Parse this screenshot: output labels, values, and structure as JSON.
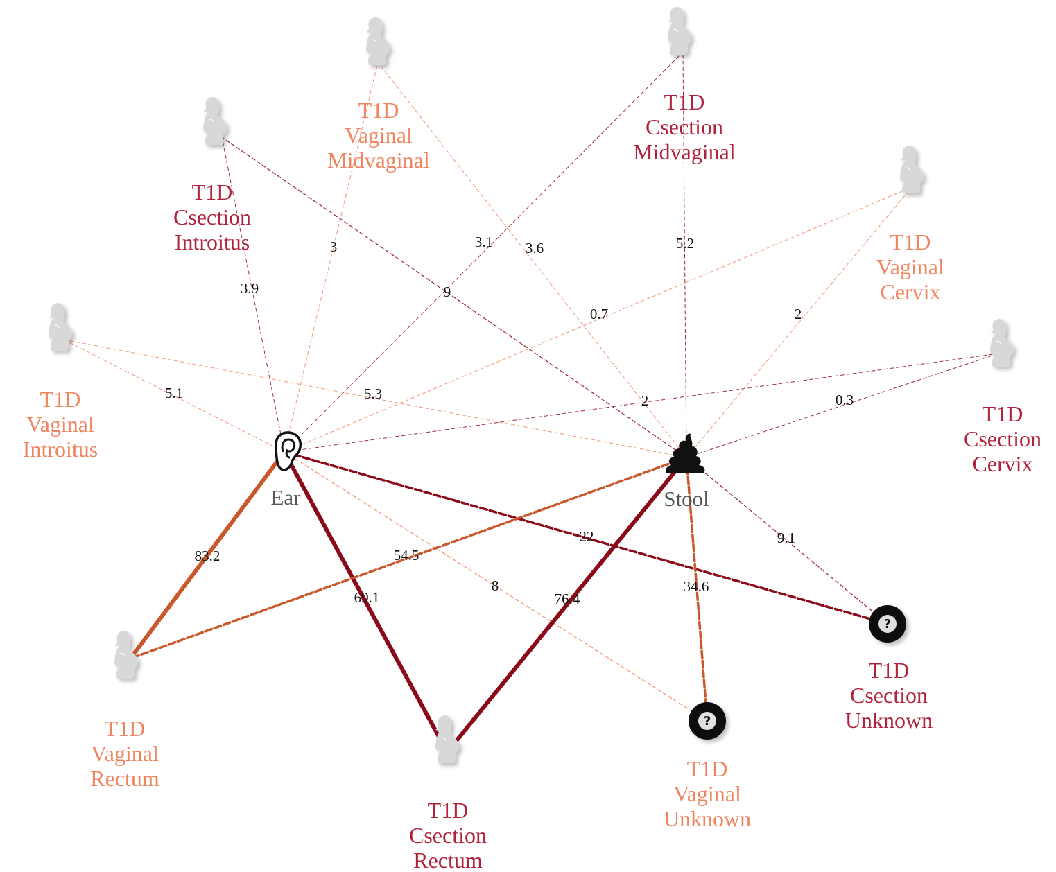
{
  "colors": {
    "vaginal": "#f0845f",
    "csection": "#b0233b",
    "vaginal_edge": "#c8582c",
    "csection_edge": "#8b0a1a",
    "silhouette": "#d8d8d8",
    "edge_label": "#111111",
    "hub_label": "#555555"
  },
  "hubs": [
    {
      "id": "ear",
      "label": "Ear",
      "icon": "ear-icon"
    },
    {
      "id": "stool",
      "label": "Stool",
      "icon": "stool-icon"
    }
  ],
  "nodes": [
    {
      "id": "cs_introitus",
      "lines": [
        "T1D",
        "Csection",
        "Introitus"
      ],
      "group": "csection",
      "icon": "pregnant-woman-icon"
    },
    {
      "id": "vag_midvaginal",
      "lines": [
        "T1D",
        "Vaginal",
        "Midvaginal"
      ],
      "group": "vaginal",
      "icon": "pregnant-woman-icon"
    },
    {
      "id": "cs_midvaginal",
      "lines": [
        "T1D",
        "Csection",
        "Midvaginal"
      ],
      "group": "csection",
      "icon": "pregnant-woman-icon"
    },
    {
      "id": "vag_cervix",
      "lines": [
        "T1D",
        "Vaginal",
        "Cervix"
      ],
      "group": "vaginal",
      "icon": "pregnant-woman-icon"
    },
    {
      "id": "vag_introitus",
      "lines": [
        "T1D",
        "Vaginal",
        "Introitus"
      ],
      "group": "vaginal",
      "icon": "pregnant-woman-icon"
    },
    {
      "id": "cs_cervix",
      "lines": [
        "T1D",
        "Csection",
        "Cervix"
      ],
      "group": "csection",
      "icon": "pregnant-woman-icon"
    },
    {
      "id": "vag_rectum",
      "lines": [
        "T1D",
        "Vaginal",
        "Rectum"
      ],
      "group": "vaginal",
      "icon": "pregnant-woman-icon"
    },
    {
      "id": "cs_rectum",
      "lines": [
        "T1D",
        "Csection",
        "Rectum"
      ],
      "group": "csection",
      "icon": "pregnant-woman-icon"
    },
    {
      "id": "vag_unknown",
      "lines": [
        "T1D",
        "Vaginal",
        "Unknown"
      ],
      "group": "vaginal",
      "icon": "unknown-icon"
    },
    {
      "id": "cs_unknown",
      "lines": [
        "T1D",
        "Csection",
        "Unknown"
      ],
      "group": "csection",
      "icon": "unknown-icon"
    }
  ],
  "edges": [
    {
      "from": "ear",
      "to": "cs_introitus",
      "label": "3.9",
      "group": "csection"
    },
    {
      "from": "ear",
      "to": "vag_midvaginal",
      "label": "3",
      "group": "vaginal"
    },
    {
      "from": "ear",
      "to": "cs_midvaginal",
      "label": "3.1",
      "group": "csection"
    },
    {
      "from": "ear",
      "to": "vag_cervix",
      "label": "0.7",
      "group": "vaginal"
    },
    {
      "from": "ear",
      "to": "vag_introitus",
      "label": "5.1",
      "group": "vaginal"
    },
    {
      "from": "ear",
      "to": "cs_cervix",
      "label": "2",
      "group": "csection"
    },
    {
      "from": "ear",
      "to": "vag_rectum",
      "label": "83.2",
      "group": "vaginal"
    },
    {
      "from": "ear",
      "to": "cs_rectum",
      "label": "69.1",
      "group": "csection"
    },
    {
      "from": "ear",
      "to": "vag_unknown",
      "label": "8",
      "group": "vaginal"
    },
    {
      "from": "ear",
      "to": "cs_unknown",
      "label": "22",
      "group": "csection"
    },
    {
      "from": "stool",
      "to": "cs_introitus",
      "label": "9",
      "group": "csection"
    },
    {
      "from": "stool",
      "to": "vag_midvaginal",
      "label": "3.6",
      "group": "vaginal"
    },
    {
      "from": "stool",
      "to": "cs_midvaginal",
      "label": "5.2",
      "group": "csection"
    },
    {
      "from": "stool",
      "to": "vag_cervix",
      "label": "2",
      "group": "vaginal"
    },
    {
      "from": "stool",
      "to": "vag_introitus",
      "label": "5.3",
      "group": "vaginal"
    },
    {
      "from": "stool",
      "to": "cs_cervix",
      "label": "0.3",
      "group": "csection"
    },
    {
      "from": "stool",
      "to": "vag_rectum",
      "label": "54.5",
      "group": "vaginal"
    },
    {
      "from": "stool",
      "to": "cs_rectum",
      "label": "76.4",
      "group": "csection"
    },
    {
      "from": "stool",
      "to": "vag_unknown",
      "label": "34.6",
      "group": "vaginal"
    },
    {
      "from": "stool",
      "to": "cs_unknown",
      "label": "9.1",
      "group": "csection"
    }
  ]
}
